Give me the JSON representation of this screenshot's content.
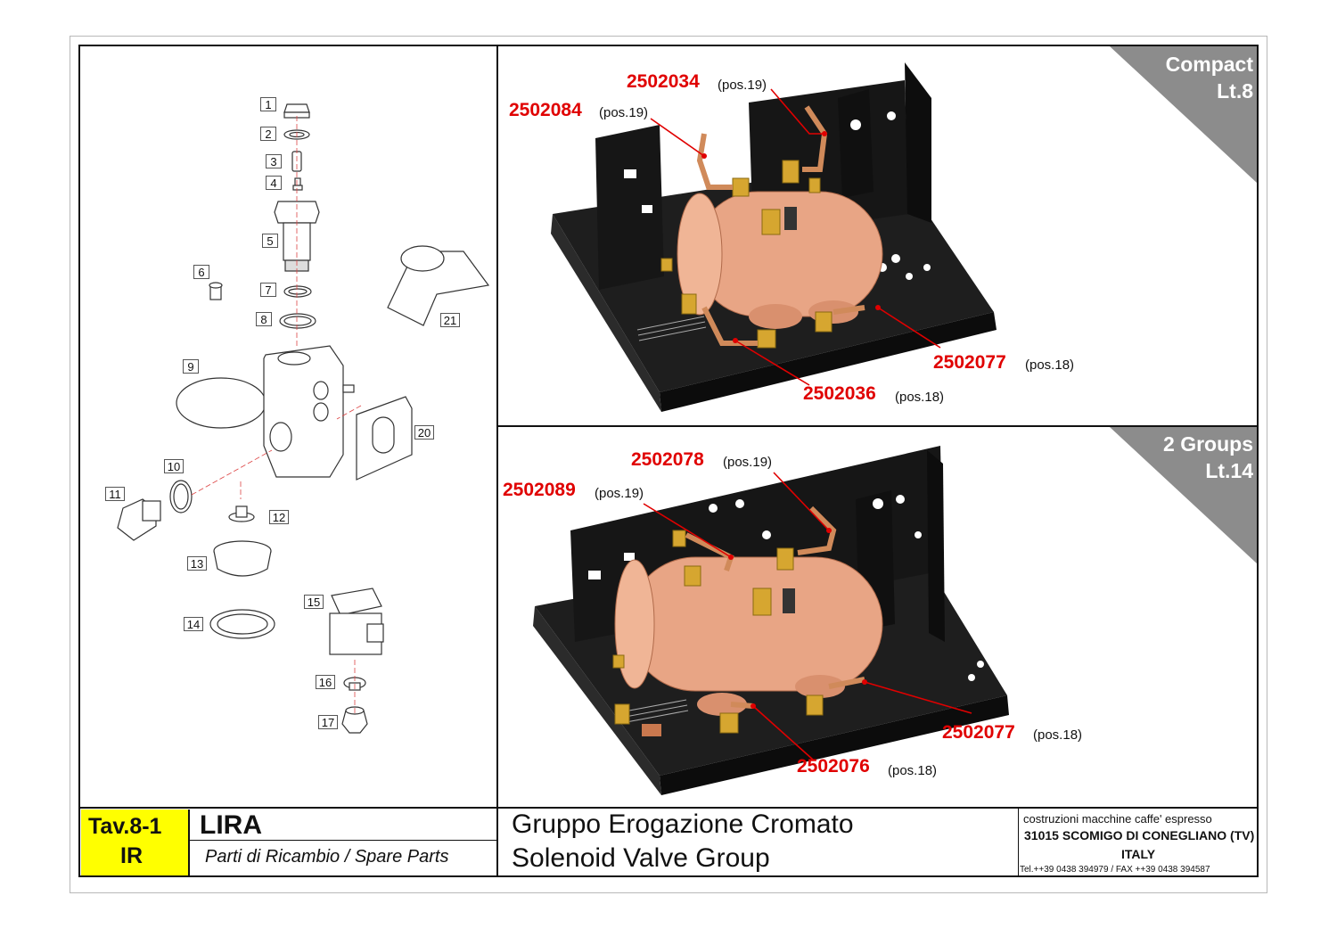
{
  "exploded_view": {
    "part_numbers": [
      "1",
      "2",
      "3",
      "4",
      "5",
      "6",
      "7",
      "8",
      "9",
      "10",
      "11",
      "12",
      "13",
      "14",
      "15",
      "16",
      "17",
      "20",
      "21"
    ]
  },
  "compact_panel": {
    "title_line1": "Compact",
    "title_line2": "Lt.8",
    "callouts": [
      {
        "code": "2502034",
        "pos": "(pos.19)"
      },
      {
        "code": "2502084",
        "pos": "(pos.19)"
      },
      {
        "code": "2502077",
        "pos": "(pos.18)"
      },
      {
        "code": "2502036",
        "pos": "(pos.18)"
      }
    ]
  },
  "groups_panel": {
    "title_line1": "2 Groups",
    "title_line2": "Lt.14",
    "callouts": [
      {
        "code": "2502078",
        "pos": "(pos.19)"
      },
      {
        "code": "2502089",
        "pos": "(pos.19)"
      },
      {
        "code": "2502077",
        "pos": "(pos.18)"
      },
      {
        "code": "2502076",
        "pos": "(pos.18)"
      }
    ]
  },
  "title_block": {
    "table_code": "Tav.8-1",
    "table_sub": "IR",
    "model": "LIRA",
    "subtitle": "Parti di Ricambio / Spare Parts",
    "title_it": "Gruppo Erogazione Cromato",
    "title_en": "Solenoid Valve Group",
    "company_line1": "costruzioni macchine caffe' espresso",
    "company_line2": "31015 SCOMIGO DI CONEGLIANO (TV)",
    "company_line3": "ITALY",
    "company_line4": "Tel.++39 0438 394979 / FAX ++39 0438 394587"
  },
  "colors": {
    "callout_red": "#e00000",
    "code_yellow": "#ffff00",
    "corner_grey": "#8c8c8c",
    "boiler_copper": "#e8a585",
    "frame_black": "#151515"
  }
}
